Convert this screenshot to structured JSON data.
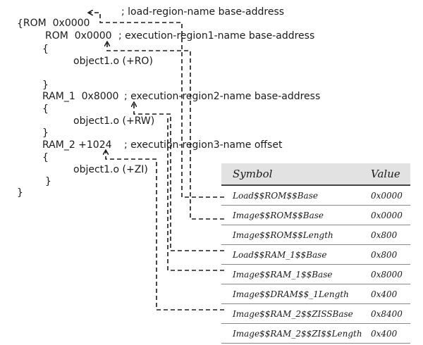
{
  "code": {
    "line1_region": "ROM  0x0000",
    "line1_comment": "; load-region-name base-address",
    "open_brace_outer": "{",
    "line2_region": "ROM  0x0000",
    "line2_comment": "; execution-region1-name base-address",
    "open_brace_1": "{",
    "object_ro": "object1.o (+RO)",
    "close_brace_1": "}",
    "line3_region": "RAM_1  0x8000",
    "line3_comment": "; execution-region2-name base-address",
    "open_brace_2": "{",
    "object_rw": "object1.o (+RW)",
    "close_brace_2": "}",
    "line4_region": "RAM_2 +1024",
    "line4_comment": "; execution-region3-name offset",
    "open_brace_3": "{",
    "object_zi": "object1.o (+ZI)",
    "close_brace_3": "}",
    "close_brace_outer": "}"
  },
  "table": {
    "header_symbol": "Symbol",
    "header_value": "Value",
    "rows": [
      {
        "symbol": "Load$$ROM$$Base",
        "value": "0x0000"
      },
      {
        "symbol": "Image$$ROM$$Base",
        "value": "0x0000"
      },
      {
        "symbol": "Image$$ROM$$Length",
        "value": "0x800"
      },
      {
        "symbol": "Load$$RAM_1$$Base",
        "value": "0x800"
      },
      {
        "symbol": "Image$$RAM_1$$Base",
        "value": "0x8000"
      },
      {
        "symbol": "Image$$DRAM$$_1Length",
        "value": "0x400"
      },
      {
        "symbol": "Image$$RAM_2$$ZISSBase",
        "value": "0x8400"
      },
      {
        "symbol": "Image$$RAM_2$$ZI$$Length",
        "value": "0x400"
      }
    ]
  },
  "colors": {
    "line": "#1a1a1a",
    "header_bg": "#e2e2e2"
  }
}
